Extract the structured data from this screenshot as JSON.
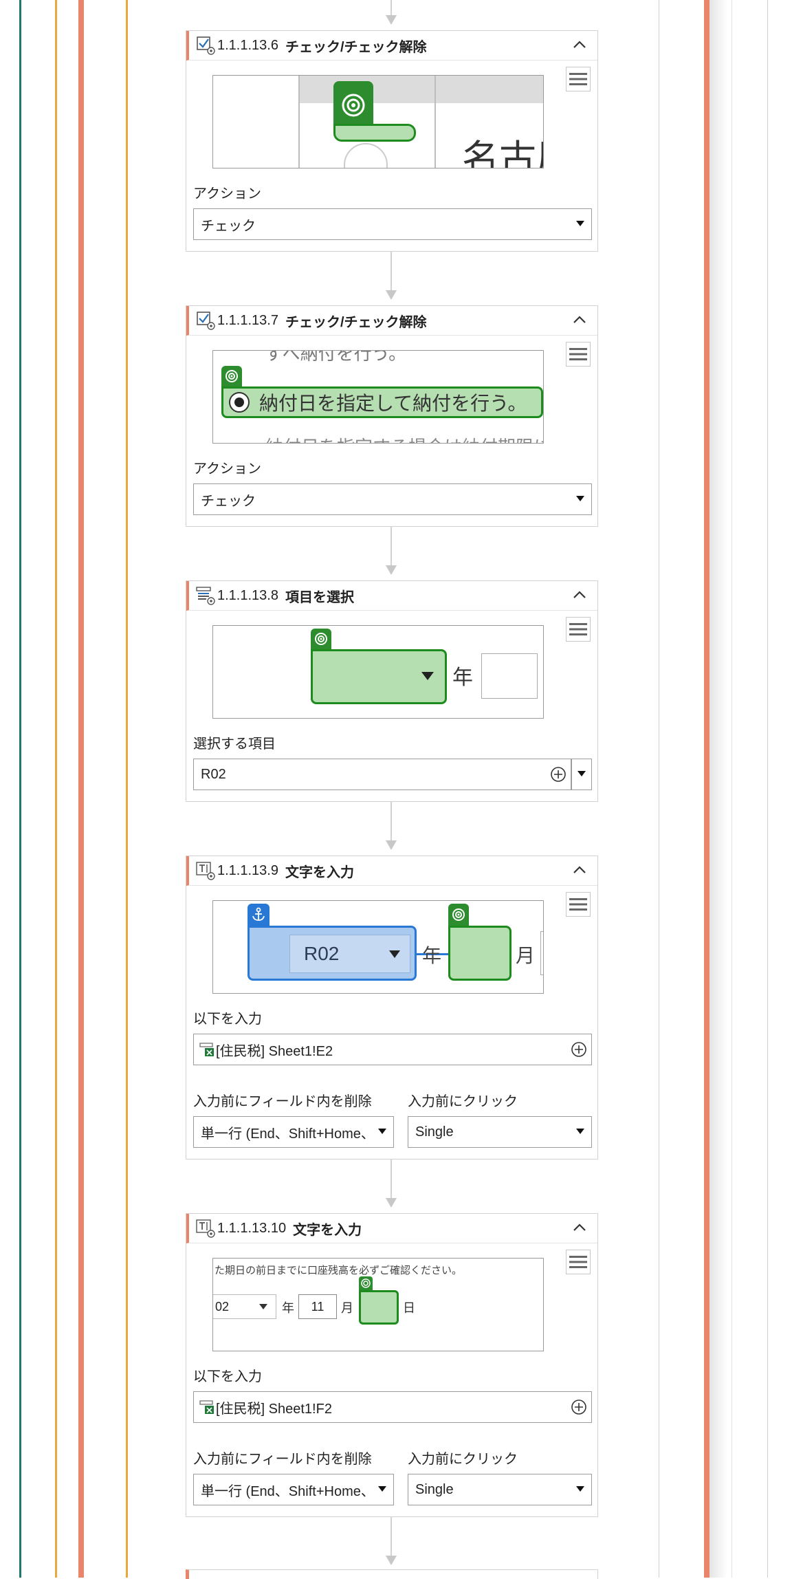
{
  "theme": {
    "accent": "#e9856a",
    "green": "#1e8b1e",
    "blue": "#3a86d9"
  },
  "steps": [
    {
      "number": "1.1.1.13.6",
      "title": "チェック/チェック解除",
      "icon": "checkbox-icon",
      "thumb": {
        "city": "名古屋"
      },
      "action_label": "アクション",
      "action_value": "チェック"
    },
    {
      "number": "1.1.1.13.7",
      "title": "チェック/チェック解除",
      "icon": "checkbox-icon",
      "thumb": {
        "top_text": "ずべ納付を行う。",
        "radio_text": "納付日を指定して納付を行う。",
        "bottom_text": "納付日を指定する場合は納付期限に"
      },
      "action_label": "アクション",
      "action_value": "チェック"
    },
    {
      "number": "1.1.1.13.8",
      "title": "項目を選択",
      "icon": "select-item-icon",
      "thumb": {
        "year": "年"
      },
      "item_label": "選択する項目",
      "item_value": "R02"
    },
    {
      "number": "1.1.1.13.9",
      "title": "文字を入力",
      "icon": "type-text-icon",
      "thumb": {
        "select_value": "R02",
        "year": "年",
        "month": "月"
      },
      "input_label": "以下を入力",
      "input_value": "[住民税] Sheet1!E2",
      "clear_label": "入力前にフィールド内を削除",
      "clear_value": "単一行 (End、Shift+Home、Delete)",
      "click_label": "入力前にクリック",
      "click_value": "Single"
    },
    {
      "number": "1.1.1.13.10",
      "title": "文字を入力",
      "icon": "type-text-icon",
      "thumb": {
        "notice": "た期日の前日までに口座残高を必ずご確認ください。",
        "select_value": "02",
        "year": "年",
        "month_value": "11",
        "month": "月",
        "day": "日"
      },
      "input_label": "以下を入力",
      "input_value": "[住民税] Sheet1!F2",
      "clear_label": "入力前にフィールド内を削除",
      "clear_value": "単一行 (End、Shift+Home、Delete)",
      "click_label": "入力前にクリック",
      "click_value": "Single"
    }
  ]
}
